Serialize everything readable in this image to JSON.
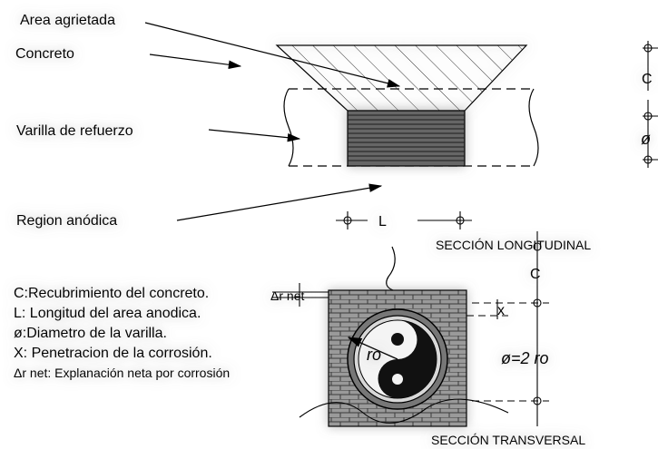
{
  "labels": {
    "area_agrietada": "Area agrietada",
    "concreto": "Concreto",
    "varilla": "Varilla de refuerzo",
    "region_anodica": "Region anódica",
    "L": "L",
    "C_top": "C",
    "phi_top": "ø",
    "seccion_longitudinal": "SECCIÓN LONGITUDINAL",
    "C_cross": "C",
    "x": "x",
    "dr_net": "Δr net",
    "ro": "ro",
    "phi_eq": "ø=2 ro",
    "seccion_transversal": "SECCIÓN TRANSVERSAL"
  },
  "legend": [
    "C:Recubrimiento del concreto.",
    "L: Longitud del area anodica.",
    "ø:Diametro de la varilla.",
    "X: Penetracion de la corrosión.",
    "Δr net: Explanación neta por corrosión"
  ]
}
